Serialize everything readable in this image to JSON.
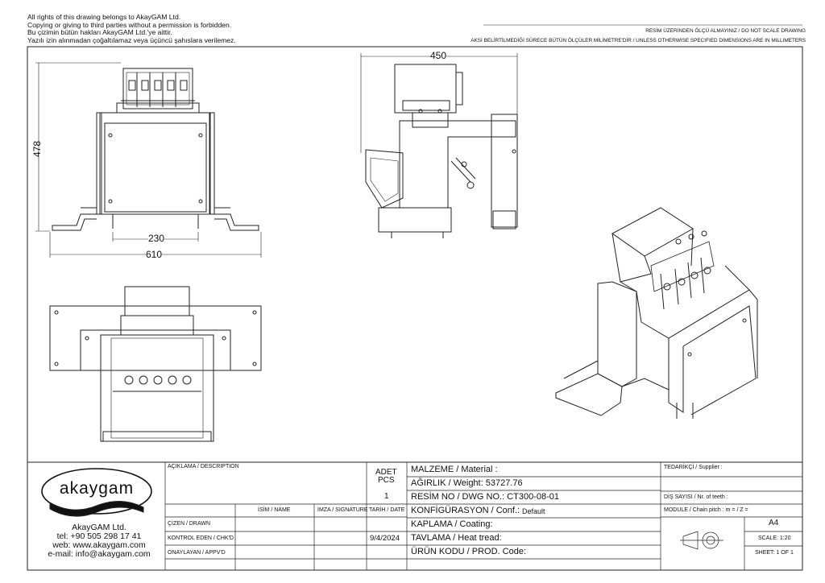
{
  "header": {
    "copyright_en_1": "All rights of this drawing belongs to AkayGAM Ltd.",
    "copyright_en_2": "Copying or giving to third parties without a permission is forbidden.",
    "copyright_tr_1": "Bu çizimin bütün hakları AkayGAM Ltd.'ye aittir.",
    "copyright_tr_2": "Yazılı izin alınmadan çoğaltılamaz veya üçüncü şahıslara verilemez.",
    "scale_note": "RESİM ÜZERİNDEN ÖLÇÜ ALMAYINIZ / DO NOT SCALE DRAWING",
    "units_note": "AKSİ BELİRTİLMEDİĞİ SÜRECE BÜTÜN ÖLÇÜLER MİLİMETRE'DİR / UNLESS OTHERWISE SPECIFIED DIMENSIONS ARE IN MILLIMETERS"
  },
  "dimensions": {
    "height": "478",
    "inner_width": "230",
    "total_width": "610",
    "side_width": "450"
  },
  "company": {
    "logo_text": "akaygam",
    "name": "AkayGAM Ltd.",
    "tel": "tel: +90 505 298 17 41",
    "web": "web: www.akaygam.com",
    "email": "e-mail: info@akaygam.com"
  },
  "title_block": {
    "description_label": "AÇIKLAMA / DESCRIPTION",
    "qty_label_1": "ADET",
    "qty_label_2": "PCS",
    "qty_value": "1",
    "material": "MALZEME / Material :",
    "weight": "AĞIRLIK / Weight: 53727.76",
    "dwg_no": "RESİM NO / DWG NO.:  CT300-08-01",
    "conf_label": "KONFİGÜRASYON / Conf.:",
    "conf_value": "Default",
    "coating": "KAPLAMA / Coating:",
    "heat": "TAVLAMA / Heat tread:",
    "prod_code": "ÜRÜN KODU / PROD. Code:",
    "name_col": "İSİM / NAME",
    "sign_col": "İMZA / SIGNATURE",
    "date_col": "TARİH / DATE",
    "drawn": "ÇİZEN / DRAWN",
    "checked": "KONTROL EDEN / CHK'D",
    "approved": "ONAYLAYAN / APPV'D",
    "date_value": "9/4/2024",
    "supplier": "TEDARİKÇİ / Supplier :",
    "teeth": "DİŞ SAYISI / Nr. of teeth :",
    "module": "MODULE / Chain pitch :  m =   / Z =",
    "size": "A4",
    "scale": "SCALE: 1:20",
    "sheet": "SHEET: 1 OF 1"
  }
}
